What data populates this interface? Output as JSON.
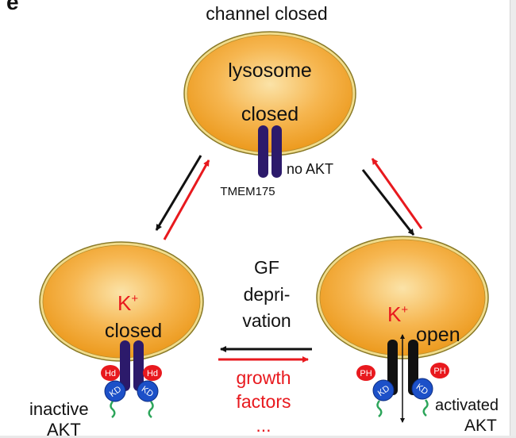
{
  "panel_letter": "e",
  "top_state": {
    "title": "channel closed",
    "organelle_label": "lysosome",
    "channel_state": "closed",
    "akt_label": "no AKT",
    "protein_label": "TMEM175"
  },
  "left_state": {
    "ion_base": "K",
    "ion_charge": "+",
    "channel_state": "closed",
    "akt_label_line1": "inactive",
    "akt_label_line2": "AKT",
    "domain_top_label": "Hd",
    "domain_kd_label": "KD"
  },
  "right_state": {
    "ion_base": "K",
    "ion_charge": "+",
    "channel_state": "open",
    "akt_label_line1": "activated",
    "akt_label_line2": "AKT",
    "domain_top_label": "PH",
    "domain_kd_label": "KD"
  },
  "middle": {
    "gf_line1": "GF",
    "gf_line2": "depri-",
    "gf_line3": "vation",
    "growth_line1": "growth",
    "growth_line2": "factors",
    "growth_line3": "..."
  },
  "colors": {
    "membrane_fill": "#f2a630",
    "membrane_outline": "#8a7a28",
    "channel": "#2c1a6b",
    "channel_open": "#111111",
    "red": "#e8191e",
    "kd_domain": "#1c50c8",
    "linker": "#2ca55a"
  }
}
